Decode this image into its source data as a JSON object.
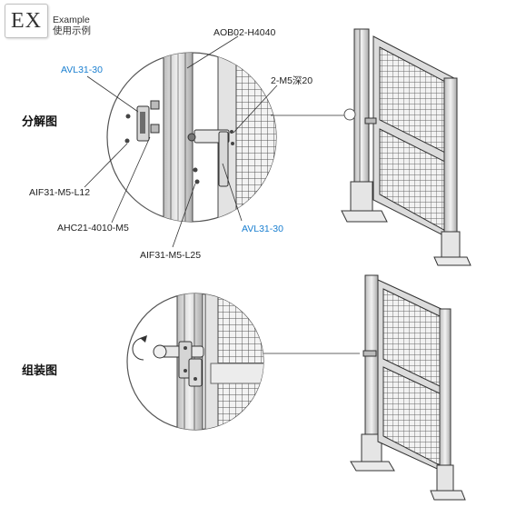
{
  "header": {
    "badge": "EX",
    "caption_en": "Example",
    "caption_cn": "使用示例"
  },
  "sections": {
    "exploded": "分解图",
    "assembled": "组装图"
  },
  "callouts": {
    "avl31_top": "AVL31-30",
    "aob02": "AOB02-H4040",
    "m5_depth": "2-M5深20",
    "aif31_l12": "AIF31-M5-L12",
    "ahc21": "AHC21-4010-M5",
    "avl31_bottom": "AVL31-30",
    "aif31_l25": "AIF31-M5-L25"
  },
  "colors": {
    "accent_blue": "#1a7fd0",
    "line": "#333333",
    "metal": "#d9d9d9",
    "dark": "#3a3a3a"
  }
}
